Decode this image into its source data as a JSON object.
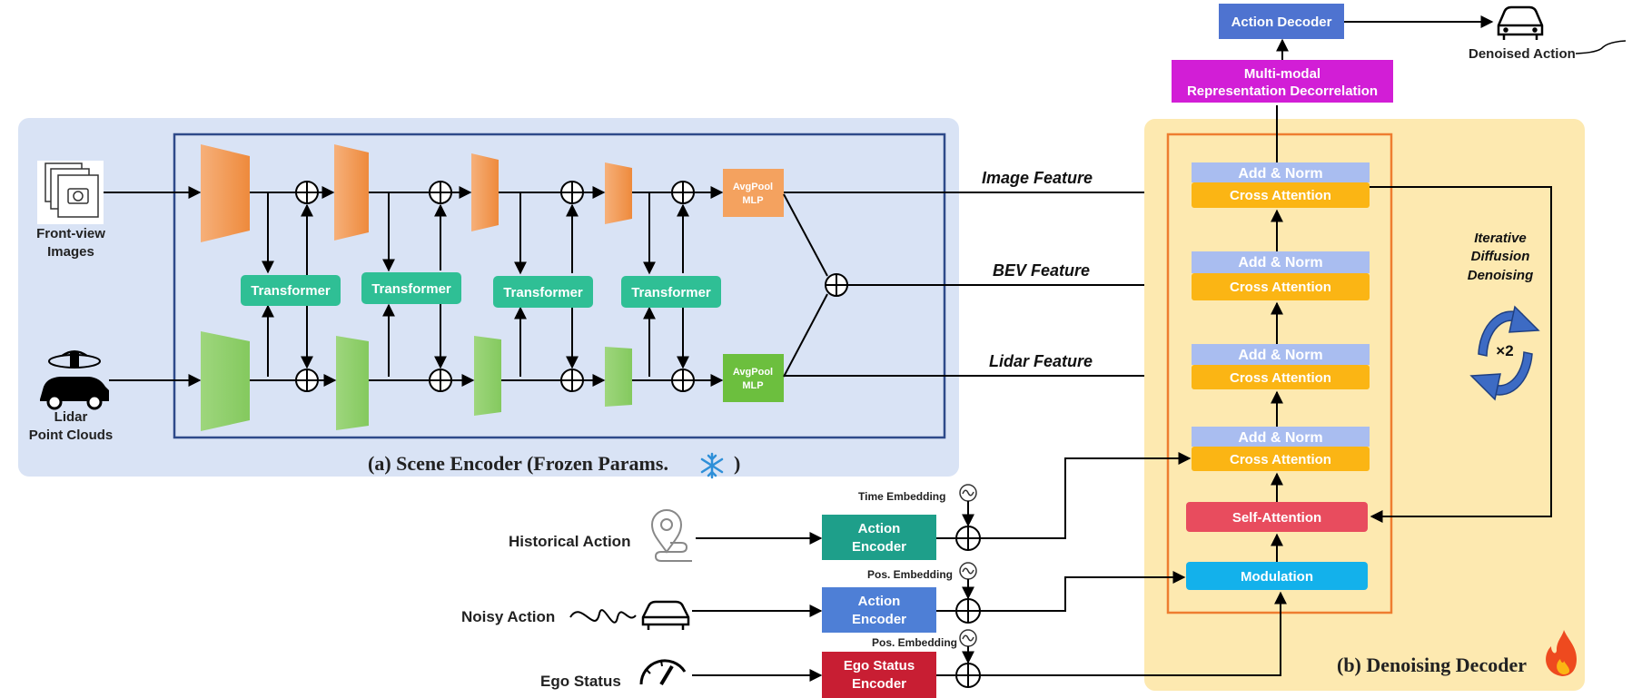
{
  "scene_encoder": {
    "title": "(a) Scene Encoder  (Frozen Params.",
    "title_close": ")",
    "inputs": {
      "front_view_1": "Front-view",
      "front_view_2": "Images",
      "lidar_1": "Lidar",
      "lidar_2": "Point Clouds"
    },
    "transformer_label": "Transformer",
    "avgpool_1": "AvgPool",
    "avgpool_2": "MLP"
  },
  "features": {
    "image": "Image Feature",
    "bev": "BEV Feature",
    "lidar": "Lidar Feature"
  },
  "decoder": {
    "title": "(b) Denoising Decoder",
    "add_norm": "Add & Norm",
    "cross_attention": "Cross Attention",
    "self_attention": "Self-Attention",
    "modulation": "Modulation",
    "iterative_1": "Iterative",
    "iterative_2": "Diffusion",
    "iterative_3": "Denoising",
    "repeat": "×2"
  },
  "top": {
    "action_decoder": "Action Decoder",
    "decorrelation_1": "Multi-modal",
    "decorrelation_2": "Representation Decorrelation",
    "denoised_action": "Denoised Action"
  },
  "bottom": {
    "historical_action": "Historical Action",
    "noisy_action": "Noisy Action",
    "ego_status": "Ego Status",
    "action_encoder_1": "Action",
    "action_encoder_2": "Encoder",
    "ego_encoder_1": "Ego Status",
    "ego_encoder_2": "Encoder",
    "time_embedding": "Time Embedding",
    "pos_embedding": "Pos. Embedding"
  },
  "colors": {
    "scene_bg": "#d9e3f5",
    "decoder_bg": "#fde9b0",
    "orange_trap": "#f4a25f",
    "green_trap": "#8fcf6b",
    "transformer": "#2fbf95",
    "add_norm": "#a9bdf0",
    "cross_attention": "#fbb514",
    "self_attention": "#e84c5e",
    "modulation": "#13b1eb",
    "action_decoder": "#4e73d0",
    "decorrelation": "#d21ed6",
    "action_encoder_hist": "#1e9f8a",
    "action_encoder_noisy": "#4e7fd6",
    "ego_encoder": "#c81e33"
  }
}
